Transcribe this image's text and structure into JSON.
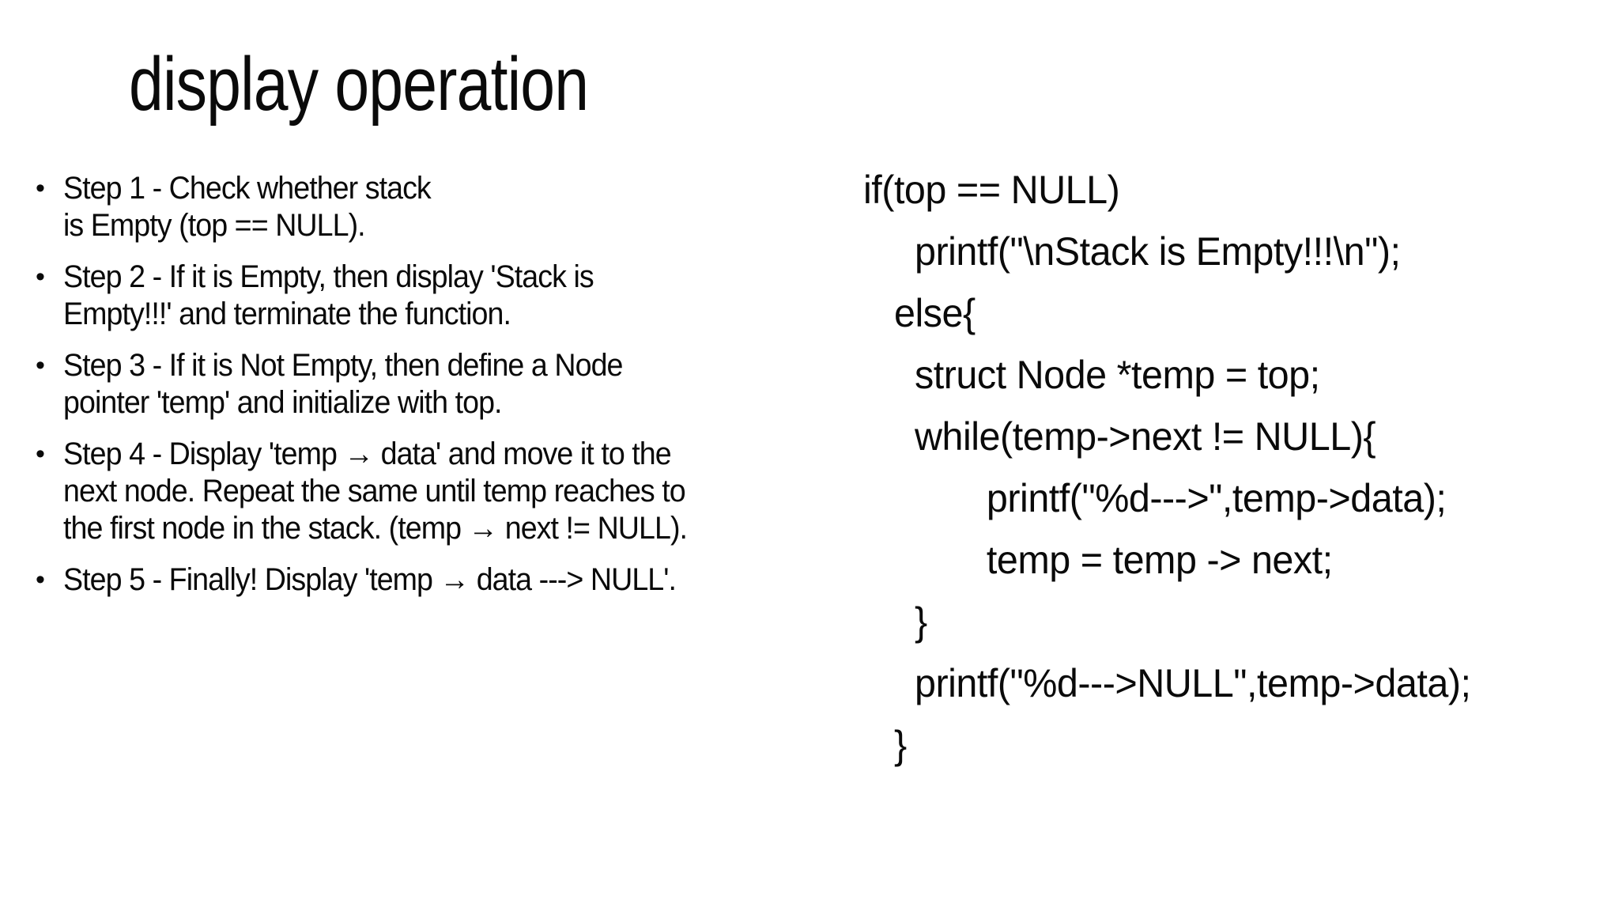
{
  "slide": {
    "title": "display operation",
    "bullet_glyph": "•",
    "steps": [
      "Step 1 - Check whether stack\nis Empty (top == NULL).",
      "Step 2 - If it is Empty, then display 'Stack is\nEmpty!!!' and terminate the function.",
      "Step 3 - If it is Not Empty, then define a Node\npointer 'temp' and initialize with top.",
      "Step 4 - Display 'temp → data' and move it to the\nnext node. Repeat the same until temp reaches to\nthe first node in the stack. (temp → next != NULL).",
      "Step 5 - Finally! Display 'temp → data ---> NULL'."
    ],
    "code": "if(top == NULL)\n     printf(\"\\nStack is Empty!!!\\n\");\n   else{\n     struct Node *temp = top;\n     while(temp->next != NULL){\n            printf(\"%d--->\",temp->data);\n            temp = temp -> next;\n     }\n     printf(\"%d--->NULL\",temp->data);\n   }"
  }
}
